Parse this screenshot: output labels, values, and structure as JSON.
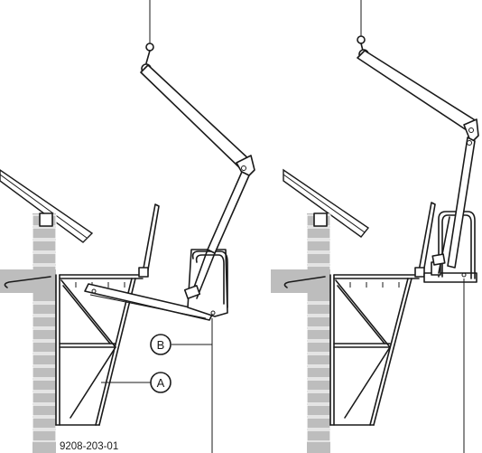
{
  "callouts": {
    "a": "A",
    "b": "B"
  },
  "reference_number": "9208-203-01",
  "colors": {
    "line": "#1a1a1a",
    "masonry": "#bdbdbd",
    "background": "#ffffff"
  }
}
